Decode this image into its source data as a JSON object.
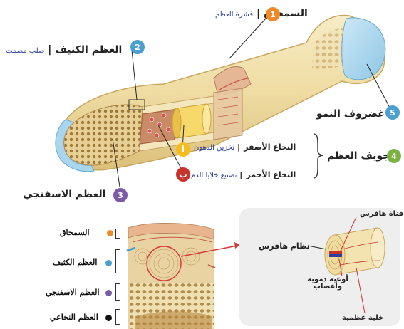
{
  "colors": {
    "orange": "#ef8a2b",
    "blue": "#4a9fcf",
    "purple": "#7b5aa8",
    "green": "#7bb342",
    "yellow": "#f1bd1f",
    "red": "#c8332d",
    "black": "#111111",
    "bone": "#f3e3b0",
    "cartilage": "#a9d6ee",
    "navy": "#2a3f9e"
  },
  "top_diagram": {
    "labels": {
      "periosteum": "السمحاق",
      "periosteum_sub": "قشرة العظم",
      "compact": "العظم الكثيف",
      "compact_sub": "صلب مصمت",
      "spongy": "العظم الاسفنجي",
      "growth_cartilage": "غضروف النمو",
      "cavity": "تجويف العظم",
      "yellow_marrow": "النخاع الأصفر",
      "yellow_marrow_sub": "تخزين الدهون",
      "red_marrow": "النخاع الأحمر",
      "red_marrow_sub": "تصنيع خلايا الدم"
    },
    "badges": {
      "periosteum": "1",
      "compact": "2",
      "spongy": "3",
      "cavity": "4",
      "cartilage": "5",
      "yellow": "أ",
      "red": "ب"
    }
  },
  "legend": {
    "items": [
      {
        "label": "السمحاق",
        "color": "#ef8a2b"
      },
      {
        "label": "العظم الكثيف",
        "color": "#4a9fcf"
      },
      {
        "label": "العظم الاسفنجي",
        "color": "#7b5aa8"
      },
      {
        "label": "العظم النخاعي",
        "color": "#111111"
      }
    ]
  },
  "inset": {
    "haversian_system": "نظام هافرس",
    "haversian_canal": "قناة هافرس",
    "vessels_nerves": "أوعية دموية وأعصاب",
    "bone_cell": "خلية عظمية"
  }
}
